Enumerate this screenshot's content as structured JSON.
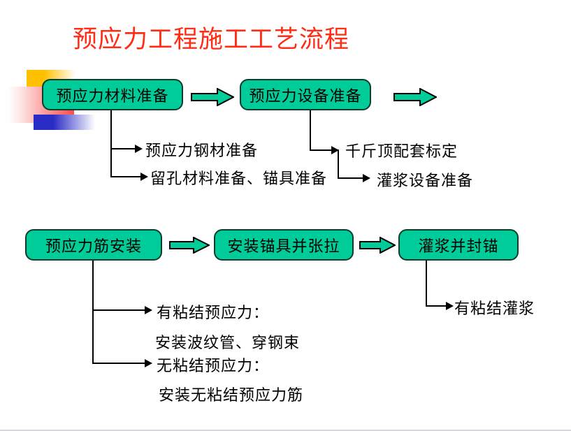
{
  "slide": {
    "title": "预应力工程施工工艺流程",
    "title_color": "#FF2D15",
    "background": "#ffffff"
  },
  "theme": {
    "box_fill": "#00CC99",
    "box_border": "#0A3B2C",
    "arrow_fill": "#00CC99",
    "arrow_border": "#000000",
    "connector_color": "#000000",
    "text_color": "#000000",
    "deco_yellow": "#FFC000",
    "deco_red": "#FF4B4B",
    "deco_blue": "#2B2BC6"
  },
  "decor": {
    "yellow_label": "yellow-gradient-block",
    "red_label": "red-gradient-block",
    "blue_label": "blue-gradient-block"
  },
  "row1": {
    "boxes": [
      {
        "id": "material-prep",
        "label": "预应力材料准备"
      },
      {
        "id": "equipment-prep",
        "label": "预应力设备准备"
      }
    ],
    "arrows": [
      {
        "id": "arrow-1"
      },
      {
        "id": "arrow-2"
      }
    ],
    "sub_left": [
      "预应力钢材准备",
      "留孔材料准备、锚具准备"
    ],
    "sub_right": [
      "千斤顶配套标定",
      "灌浆设备准备"
    ]
  },
  "row2": {
    "boxes": [
      {
        "id": "tendon-install",
        "label": "预应力筋安装"
      },
      {
        "id": "anchor-tension",
        "label": "安装锚具并张拉"
      },
      {
        "id": "grout-seal",
        "label": "灌浆并封锚"
      }
    ],
    "arrows": [
      {
        "id": "arrow-3"
      },
      {
        "id": "arrow-4"
      }
    ],
    "sub_left": [
      "有粘结预应力：",
      "安装波纹管、穿钢束",
      "无粘结预应力：",
      "安装无粘结预应力筋"
    ],
    "sub_right": [
      "有粘结灌浆"
    ]
  }
}
